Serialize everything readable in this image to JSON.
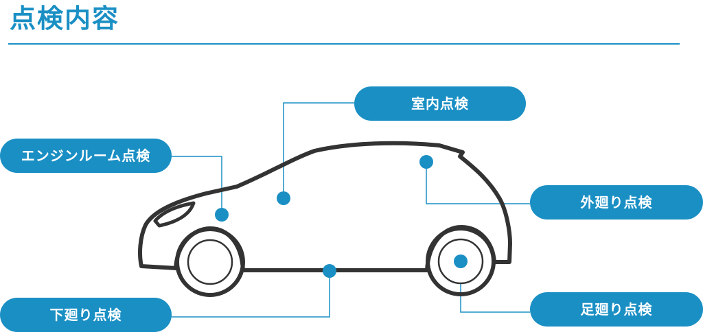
{
  "header": {
    "title": "点検内容"
  },
  "labels": {
    "interior": "室内点検",
    "engine_room": "エンジンルーム点検",
    "exterior": "外廻り点検",
    "underbody": "下廻り点検",
    "wheels": "足廻り点検"
  },
  "colors": {
    "accent": "#1a8fc4",
    "car_outline": "#333333"
  }
}
